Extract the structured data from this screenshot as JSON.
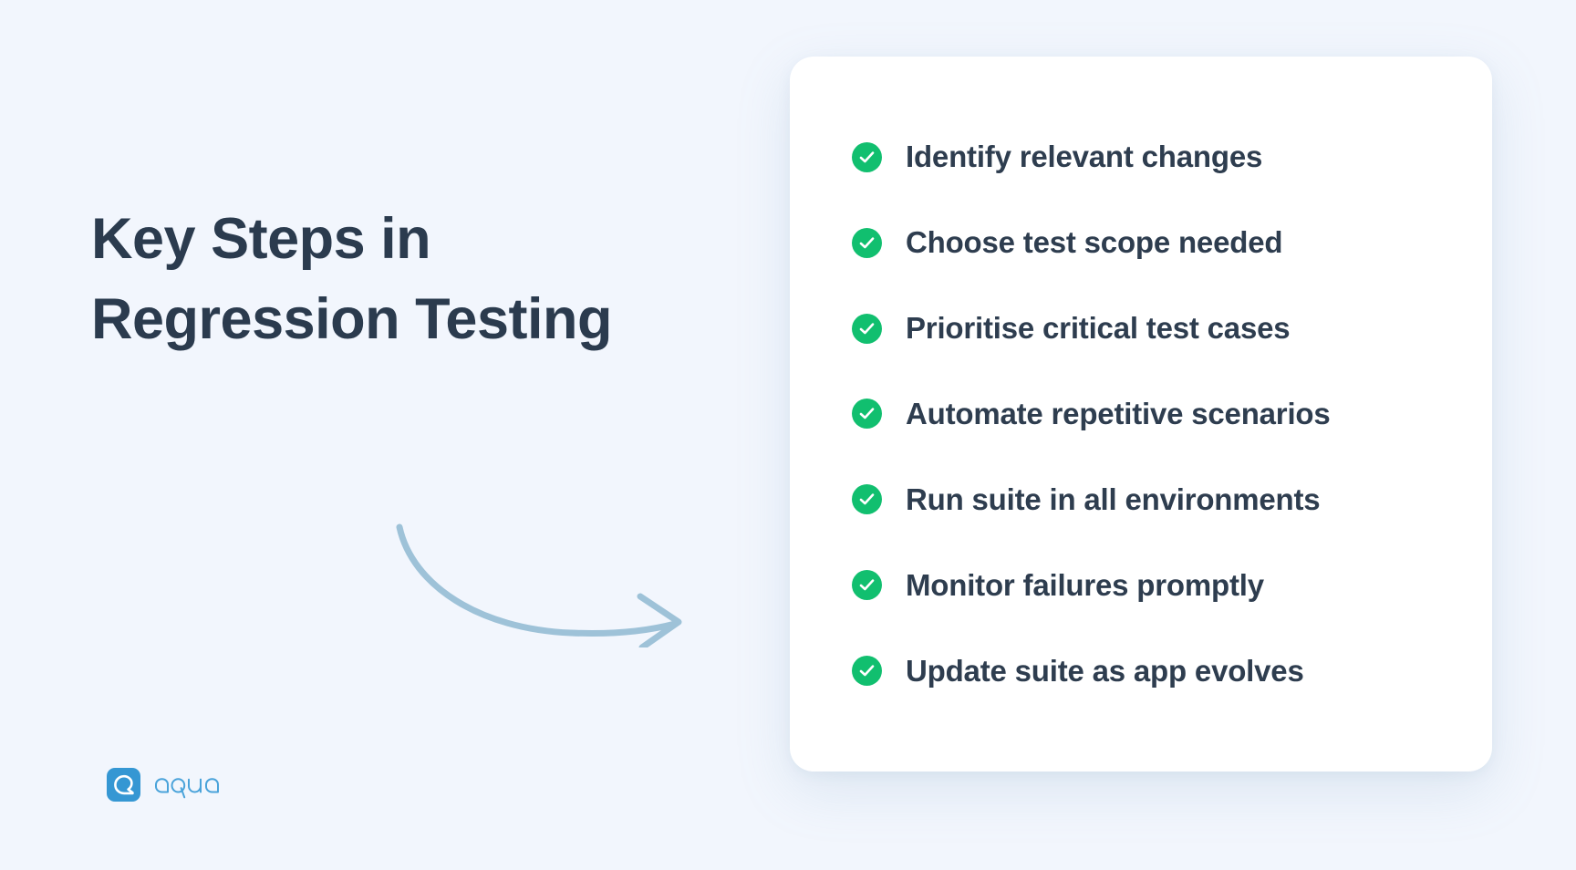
{
  "background_color": "#f2f6fd",
  "headline": {
    "line1": "Key Steps in",
    "line2": "Regression Testing",
    "color": "#2b3b4e"
  },
  "arrow": {
    "icon": "curved-arrow-icon",
    "color": "#9ec2d8"
  },
  "logo": {
    "mark_icon": "aqua-logo-mark-icon",
    "mark_color": "#3597d3",
    "wordmark": "aqua",
    "wordmark_color": "#4aa3da"
  },
  "card": {
    "background_color": "#ffffff",
    "check_color": "#11bf6f",
    "text_color": "#2e3d4f",
    "items": [
      {
        "icon": "check-circle-icon",
        "label": "Identify relevant changes"
      },
      {
        "icon": "check-circle-icon",
        "label": "Choose test scope needed"
      },
      {
        "icon": "check-circle-icon",
        "label": "Prioritise critical test cases"
      },
      {
        "icon": "check-circle-icon",
        "label": "Automate repetitive scenarios"
      },
      {
        "icon": "check-circle-icon",
        "label": "Run suite in all environments"
      },
      {
        "icon": "check-circle-icon",
        "label": "Monitor failures promptly"
      },
      {
        "icon": "check-circle-icon",
        "label": "Update suite as app evolves"
      }
    ]
  }
}
